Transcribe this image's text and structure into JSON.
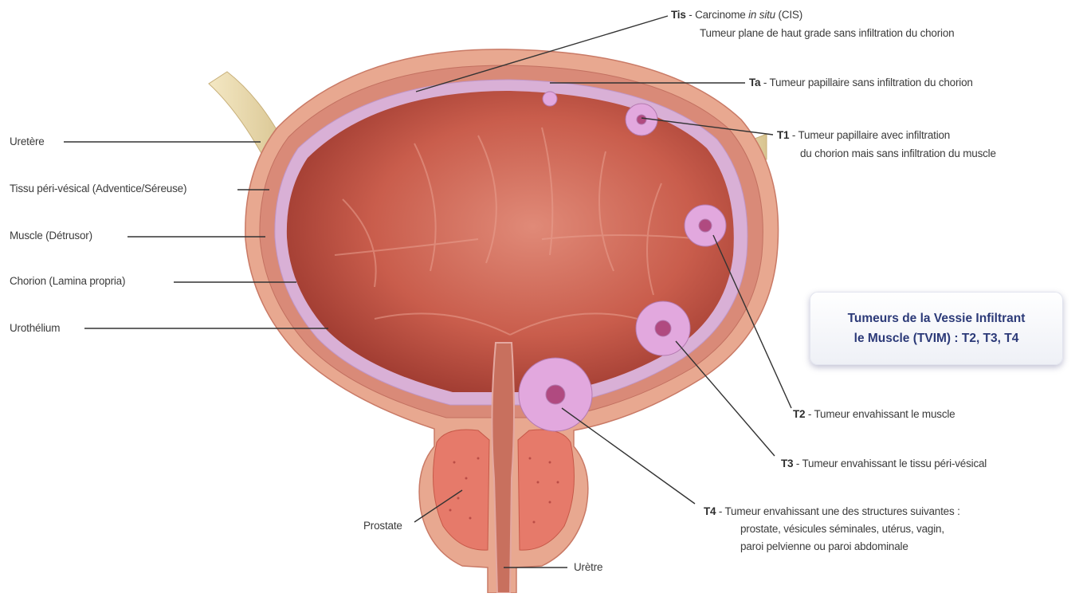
{
  "left_labels": {
    "uretere": "Uretère",
    "tissu": "Tissu péri-vésical (Adventice/Séreuse)",
    "muscle": "Muscle (Détrusor)",
    "chorion": "Chorion (Lamina propria)",
    "urothelium": "Urothélium"
  },
  "bottom_labels": {
    "prostate": "Prostate",
    "uretre": "Urètre"
  },
  "stages": {
    "tis": {
      "tag": "Tis",
      "sep": " - ",
      "line1_pre": "Carcinome ",
      "line1_em": "in situ",
      "line1_post": " (CIS)",
      "line2": "Tumeur plane de haut grade sans infiltration du chorion"
    },
    "ta": {
      "tag": "Ta",
      "text": " - Tumeur papillaire sans infiltration du chorion"
    },
    "t1": {
      "tag": "T1",
      "sep": " - ",
      "line1": "Tumeur papillaire avec infiltration",
      "line2": "du chorion mais sans infiltration du muscle"
    },
    "t2": {
      "tag": "T2",
      "text": " - Tumeur envahissant le muscle"
    },
    "t3": {
      "tag": "T3",
      "text": " - Tumeur envahissant le tissu péri-vésical"
    },
    "t4": {
      "tag": "T4",
      "sep": " - ",
      "line1": "Tumeur envahissant une des structures suivantes :",
      "line2": "prostate, vésicules séminales, utérus, vagin,",
      "line3": "paroi pelvienne ou paroi abdominale"
    }
  },
  "tvim_box": {
    "line1": "Tumeurs de la Vessie Infiltrant",
    "line2": "le Muscle (TVIM) : T2, T3, T4"
  },
  "colors": {
    "outer_wall": "#e8a890",
    "muscle_layer": "#d98a78",
    "urothelium": "#d4a8d4",
    "lumen": "#c85a4a",
    "tumor": "#e0a6dc",
    "ureter": "#ecdcb0",
    "leader": "#333333",
    "tvim_text": "#2c3a78"
  }
}
